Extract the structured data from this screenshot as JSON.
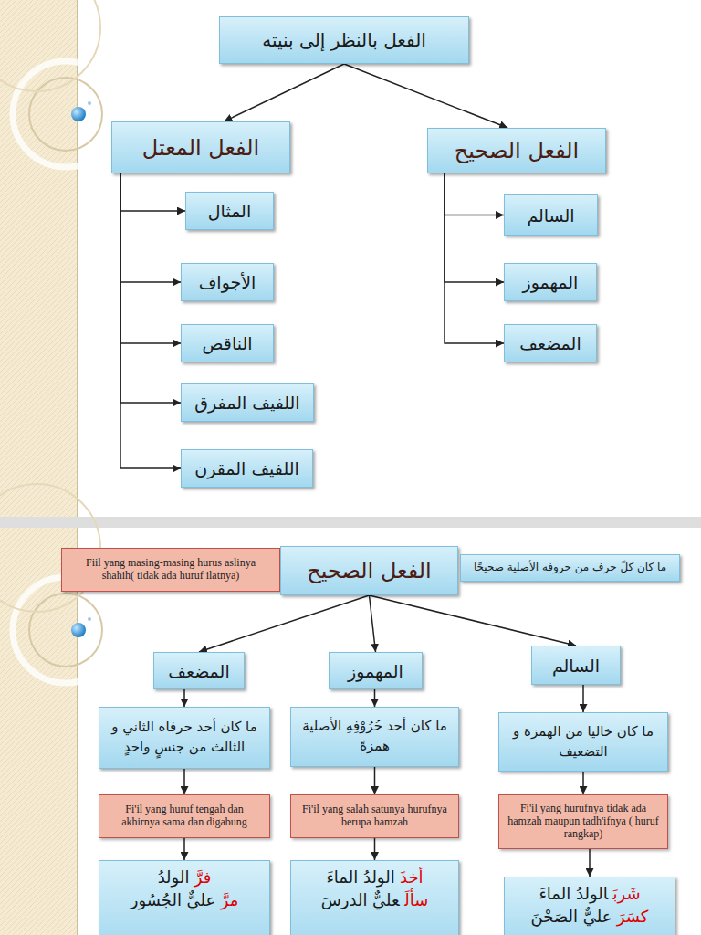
{
  "diagram": {
    "nodes": [
      {
        "text": [
          "الفعل بالنظر إلى بنيته"
        ]
      },
      {
        "text": [
          "الفعل المعتل"
        ]
      },
      {
        "text": [
          "الفعل الصحيح"
        ]
      },
      {
        "text": [
          "المثال"
        ]
      },
      {
        "text": [
          "الأجواف"
        ]
      },
      {
        "text": [
          "الناقص"
        ]
      },
      {
        "text": [
          "اللفيف المفرق"
        ]
      },
      {
        "text": [
          "اللفيف المقرن"
        ]
      },
      {
        "text": [
          "السالم"
        ]
      },
      {
        "text": [
          "المهموز"
        ]
      },
      {
        "text": [
          "المضعف"
        ]
      },
      {
        "text": [
          "Fiil yang masing-masing hurus aslinya shahih( tidak ada huruf ilatnya)"
        ]
      },
      {
        "text": [
          "الفعل الصحيح"
        ]
      },
      {
        "text": [
          "ما كان كلّ حرف من حروفه الأصلية صحيحًا"
        ]
      },
      {
        "text": [
          "المضعف"
        ]
      },
      {
        "text": [
          "المهموز"
        ]
      },
      {
        "text": [
          "السالم"
        ]
      },
      {
        "text": [
          "ما كان أحد حرفاه الثاني و الثالث من جنسٍ واحدٍ"
        ]
      },
      {
        "text": [
          "ما كان أحد حُرُوْفِهِ الأصلية همزةً"
        ]
      },
      {
        "text": [
          "ما كان خاليا من الهمزة و التضعيف"
        ]
      },
      {
        "text": [
          "Fi'il yang huruf tengah dan akhirnya sama dan digabung"
        ]
      },
      {
        "text": [
          "Fi'il yang salah satunya hurufnya berupa hamzah"
        ]
      },
      {
        "text": [
          "Fi'il yang hurufnya tidak ada hamzah maupun tadh'ifnya ( huruf rangkap)"
        ]
      },
      {
        "text": [
          "فرَّ",
          "الولدُ",
          "مرَّ",
          "عليٌّ الجُسُور"
        ]
      },
      {
        "text": [
          "أخذَ",
          "الولدُ الماءَ",
          "سألَ",
          "عليٌّ الدرسَ"
        ]
      },
      {
        "text": [
          "شَربَ",
          "الولدُ الماءَ",
          "كسَرَ",
          "عليٌّ الصَحْنَ"
        ]
      }
    ],
    "edges": [
      {
        "from": 0,
        "to": 1,
        "arrow": "to"
      },
      {
        "from": 0,
        "to": 2,
        "arrow": "to"
      },
      {
        "from": 1,
        "to": 3,
        "arrow": "to"
      },
      {
        "from": 1,
        "to": 4,
        "arrow": "to"
      },
      {
        "from": 1,
        "to": 5,
        "arrow": "to"
      },
      {
        "from": 1,
        "to": 6,
        "arrow": "to"
      },
      {
        "from": 1,
        "to": 7,
        "arrow": "to"
      },
      {
        "from": 2,
        "to": 8,
        "arrow": "to"
      },
      {
        "from": 2,
        "to": 9,
        "arrow": "to"
      },
      {
        "from": 2,
        "to": 10,
        "arrow": "to"
      },
      {
        "from": 12,
        "to": 14,
        "arrow": "to"
      },
      {
        "from": 12,
        "to": 15,
        "arrow": "to"
      },
      {
        "from": 12,
        "to": 16,
        "arrow": "to"
      },
      {
        "from": 14,
        "to": 17,
        "arrow": "to"
      },
      {
        "from": 17,
        "to": 20,
        "arrow": "to"
      },
      {
        "from": 20,
        "to": 23,
        "arrow": "to"
      },
      {
        "from": 15,
        "to": 18,
        "arrow": "to"
      },
      {
        "from": 18,
        "to": 21,
        "arrow": "to"
      },
      {
        "from": 21,
        "to": 24,
        "arrow": "to"
      },
      {
        "from": 16,
        "to": 19,
        "arrow": "to"
      },
      {
        "from": 19,
        "to": 22,
        "arrow": "to"
      },
      {
        "from": 22,
        "to": 25,
        "arrow": "to"
      }
    ]
  }
}
